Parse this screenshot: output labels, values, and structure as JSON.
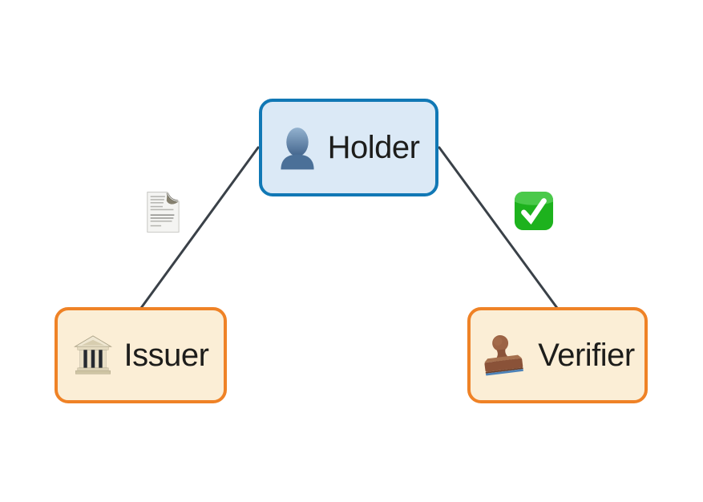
{
  "diagram": {
    "background": "#ffffff",
    "text_color": "#1d1d1b",
    "edge_color": "#3a4148",
    "nodes": {
      "holder": {
        "label": "Holder",
        "icon": "person-bust-icon",
        "fill": "#dbe9f6",
        "border": "#1178b5"
      },
      "issuer": {
        "label": "Issuer",
        "icon": "bank-icon",
        "fill": "#fbeed6",
        "border": "#ef8226"
      },
      "verifier": {
        "label": "Verifier",
        "icon": "rubber-stamp-icon",
        "fill": "#fbeed6",
        "border": "#ef8226"
      }
    },
    "edges": [
      {
        "from": "issuer",
        "to": "holder",
        "icon": "page-with-curl-icon"
      },
      {
        "from": "holder",
        "to": "verifier",
        "icon": "check-mark-button-icon"
      }
    ]
  }
}
